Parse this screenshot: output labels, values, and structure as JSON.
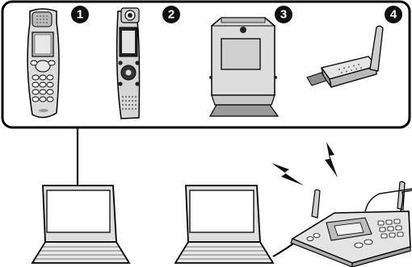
{
  "items": [
    {
      "number": "1",
      "icon": "cordless-handset-icon"
    },
    {
      "number": "2",
      "icon": "camera-handset-icon"
    },
    {
      "number": "3",
      "icon": "camera-monitor-stand-icon"
    },
    {
      "number": "4",
      "icon": "usb-wireless-adapter-icon"
    }
  ],
  "devices": {
    "laptop_left": "laptop-icon",
    "laptop_right": "laptop-icon",
    "base_station": "wireless-base-station-icon"
  },
  "signals": [
    "lightning-signal-icon",
    "lightning-signal-icon"
  ],
  "colors": {
    "line": "#000000",
    "panel_fill": "#ffffff",
    "device_gray": "#d9d9d9",
    "dark": "#1a1a1a"
  }
}
